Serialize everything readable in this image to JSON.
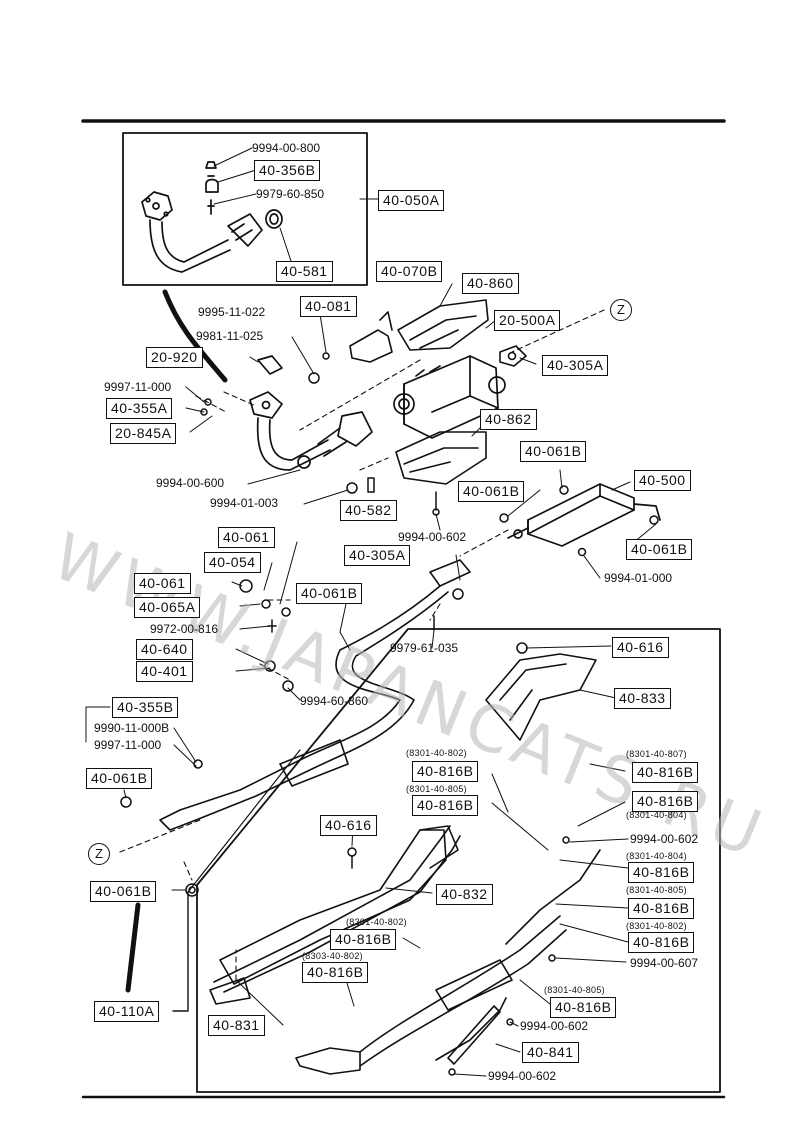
{
  "labels": {
    "c40_050A": "40-050A",
    "c40_356B": "40-356B",
    "c40_581": "40-581",
    "p9994_00_800": "9994-00-800",
    "p9979_60_850": "9979-60-850",
    "c40_070B": "40-070B",
    "c40_860": "40-860",
    "c40_081": "40-081",
    "c20_500A": "20-500A",
    "p9995_11_022": "9995-11-022",
    "p9981_11_025": "9981-11-025",
    "c20_920": "20-920",
    "c40_305A_top": "40-305A",
    "p9997_11_000_a": "9997-11-000",
    "c40_355A": "40-355A",
    "c20_845A": "20-845A",
    "c40_862": "40-862",
    "c40_061B_a": "40-061B",
    "c40_500": "40-500",
    "c40_061B_b": "40-061B",
    "p9994_00_600": "9994-00-600",
    "p9994_01_003": "9994-01-003",
    "c40_582": "40-582",
    "p9994_00_602_a": "9994-00-602",
    "c40_061B_c": "40-061B",
    "c40_061_a": "40-061",
    "c40_054": "40-054",
    "c40_305A_mid": "40-305A",
    "p9994_01_000": "9994-01-000",
    "c40_061_b": "40-061",
    "c40_065A": "40-065A",
    "c40_061B_d": "40-061B",
    "p9972_00_816": "9972-00-816",
    "p9979_61_035": "9979-61-035",
    "c40_640": "40-640",
    "c40_616_a": "40-616",
    "c40_401": "40-401",
    "p9994_60_860": "9994-60-860",
    "c40_833": "40-833",
    "c40_355B": "40-355B",
    "p9990_11_000B": "9990-11-000B",
    "p9997_11_000_b": "9997-11-000",
    "s8301_40_802_a": "(8301-40-802)",
    "c40_816B_a": "40-816B",
    "s8301_40_807": "(8301-40-807)",
    "c40_816B_b": "40-816B",
    "c40_061B_e": "40-061B",
    "s8301_40_805_a": "(8301-40-805)",
    "c40_816B_c": "40-816B",
    "c40_816B_d": "40-816B",
    "s8301_40_804_a": "(8301-40-804)",
    "c40_616_b": "40-616",
    "p9994_00_602_b": "9994-00-602",
    "s8301_40_804_b": "(8301-40-804)",
    "c40_816B_e": "40-816B",
    "z_bottom": "Z",
    "z_top": "Z",
    "s8301_40_805_b": "(8301-40-805)",
    "c40_061B_f": "40-061B",
    "c40_832": "40-832",
    "c40_816B_f": "40-816B",
    "s8301_40_802_b": "(8301-40-802)",
    "s8301_40_802_c": "(8301-40-802)",
    "c40_816B_g": "40-816B",
    "c40_816B_h": "40-816B",
    "p9994_00_607": "9994-00-607",
    "s8303_40_802": "(8303-40-802)",
    "c40_816B_i": "40-816B",
    "s8301_40_805_c": "(8301-40-805)",
    "c40_110A": "40-110A",
    "c40_816B_j": "40-816B",
    "p9994_00_602_c": "9994-00-602",
    "c40_831": "40-831",
    "c40_841": "40-841",
    "p9994_00_602_d": "9994-00-602"
  },
  "watermark": "WWW.JAPANCATS.RU",
  "colors": {
    "ink": "#111111",
    "paper": "#ffffff",
    "watermark": "#b8b8b8"
  }
}
